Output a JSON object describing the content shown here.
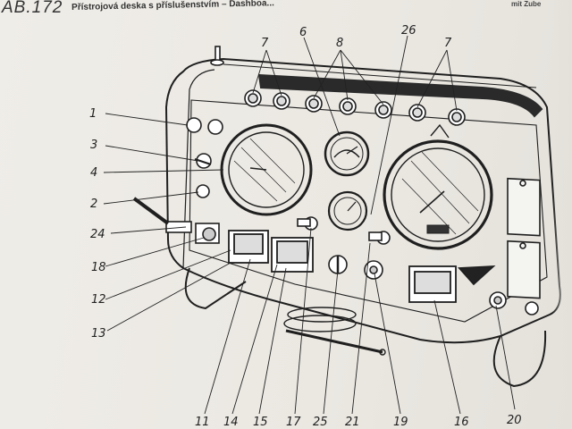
{
  "header": {
    "figure_code": "AB.172",
    "caption": "Přístrojová deska s příslušenstvím – Dashboa...",
    "right_fragment": "mit Zube"
  },
  "callouts": {
    "top": [
      "7",
      "6",
      "8",
      "26",
      "7"
    ],
    "left": [
      "1",
      "3",
      "4",
      "2",
      "24",
      "18",
      "12",
      "13"
    ],
    "bottom": [
      "11",
      "14",
      "15",
      "17",
      "25",
      "21",
      "19",
      "16",
      "20"
    ]
  }
}
